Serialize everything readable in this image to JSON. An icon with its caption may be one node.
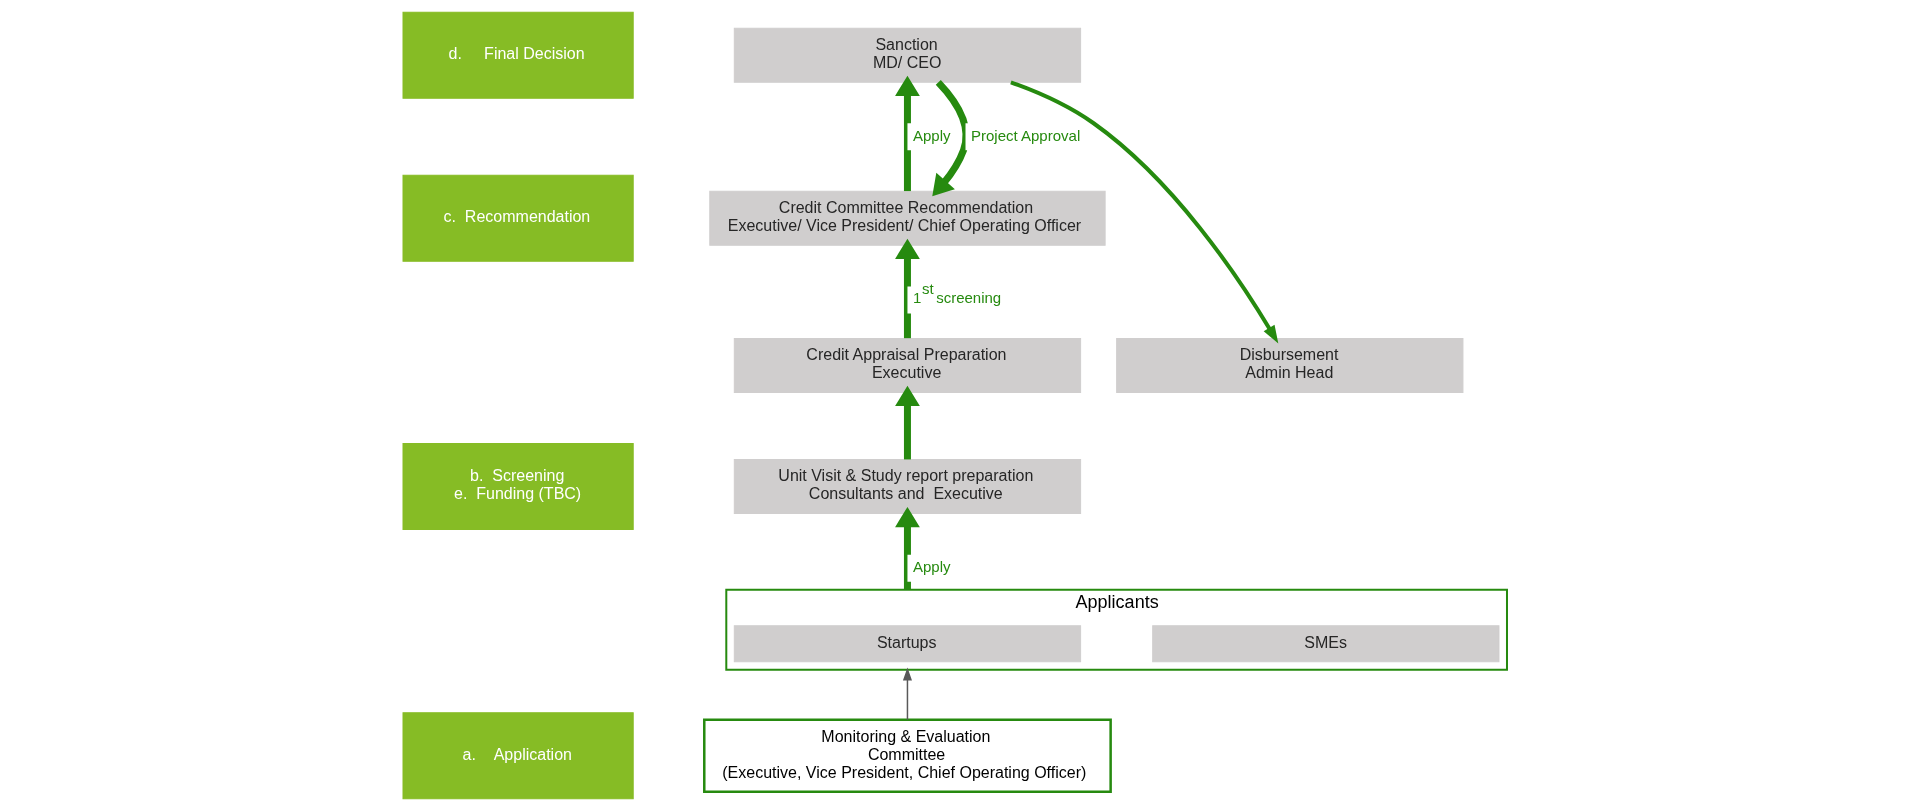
{
  "diagram": {
    "nodes": [
      {
        "text": [
          "d.     Final Decision"
        ]
      },
      {
        "text": [
          "c.  Recommendation"
        ]
      },
      {
        "text": [
          "b.  Screening",
          "e.  Funding (TBC)"
        ]
      },
      {
        "text": [
          "a.    Application"
        ]
      },
      {
        "text": [
          "Sanction",
          "MD/ CEO"
        ]
      },
      {
        "text": [
          "Credit Committee Recommendation",
          "Executive/ Vice President/ Chief Operating Officer"
        ]
      },
      {
        "text": [
          "Disbursement",
          "Admin Head"
        ]
      },
      {
        "text": [
          "Credit Appraisal Preparation",
          "Executive"
        ]
      },
      {
        "text": [
          "Unit Visit & Study report preparation",
          "Consultants and  Executive"
        ]
      },
      {
        "text": [
          "Monitoring & Evaluation",
          "Committee",
          "(Executive, Vice President, Chief Operating Officer)"
        ]
      },
      {
        "text": [
          "Applicants"
        ]
      },
      {
        "text": [
          "Startups"
        ],
        "in": 10
      },
      {
        "text": [
          "SMEs"
        ],
        "in": 10
      }
    ],
    "edges": [
      {
        "from": 10,
        "to": 8,
        "arrow": "to",
        "label": "Apply"
      },
      {
        "from": 8,
        "to": 7,
        "arrow": "to"
      },
      {
        "from": 7,
        "to": 5,
        "arrow": "to",
        "label": "1$^{st}$ screening"
      },
      {
        "from": 5,
        "to": 4,
        "arrow": "to",
        "label": "Apply"
      },
      {
        "from": 4,
        "to": 5,
        "arrow": "to",
        "label": "Project Approval"
      },
      {
        "from": 4,
        "to": 6,
        "arrow": "to"
      },
      {
        "from": 9,
        "to": 10,
        "arrow": "to",
        "color": "#595959"
      }
    ]
  }
}
